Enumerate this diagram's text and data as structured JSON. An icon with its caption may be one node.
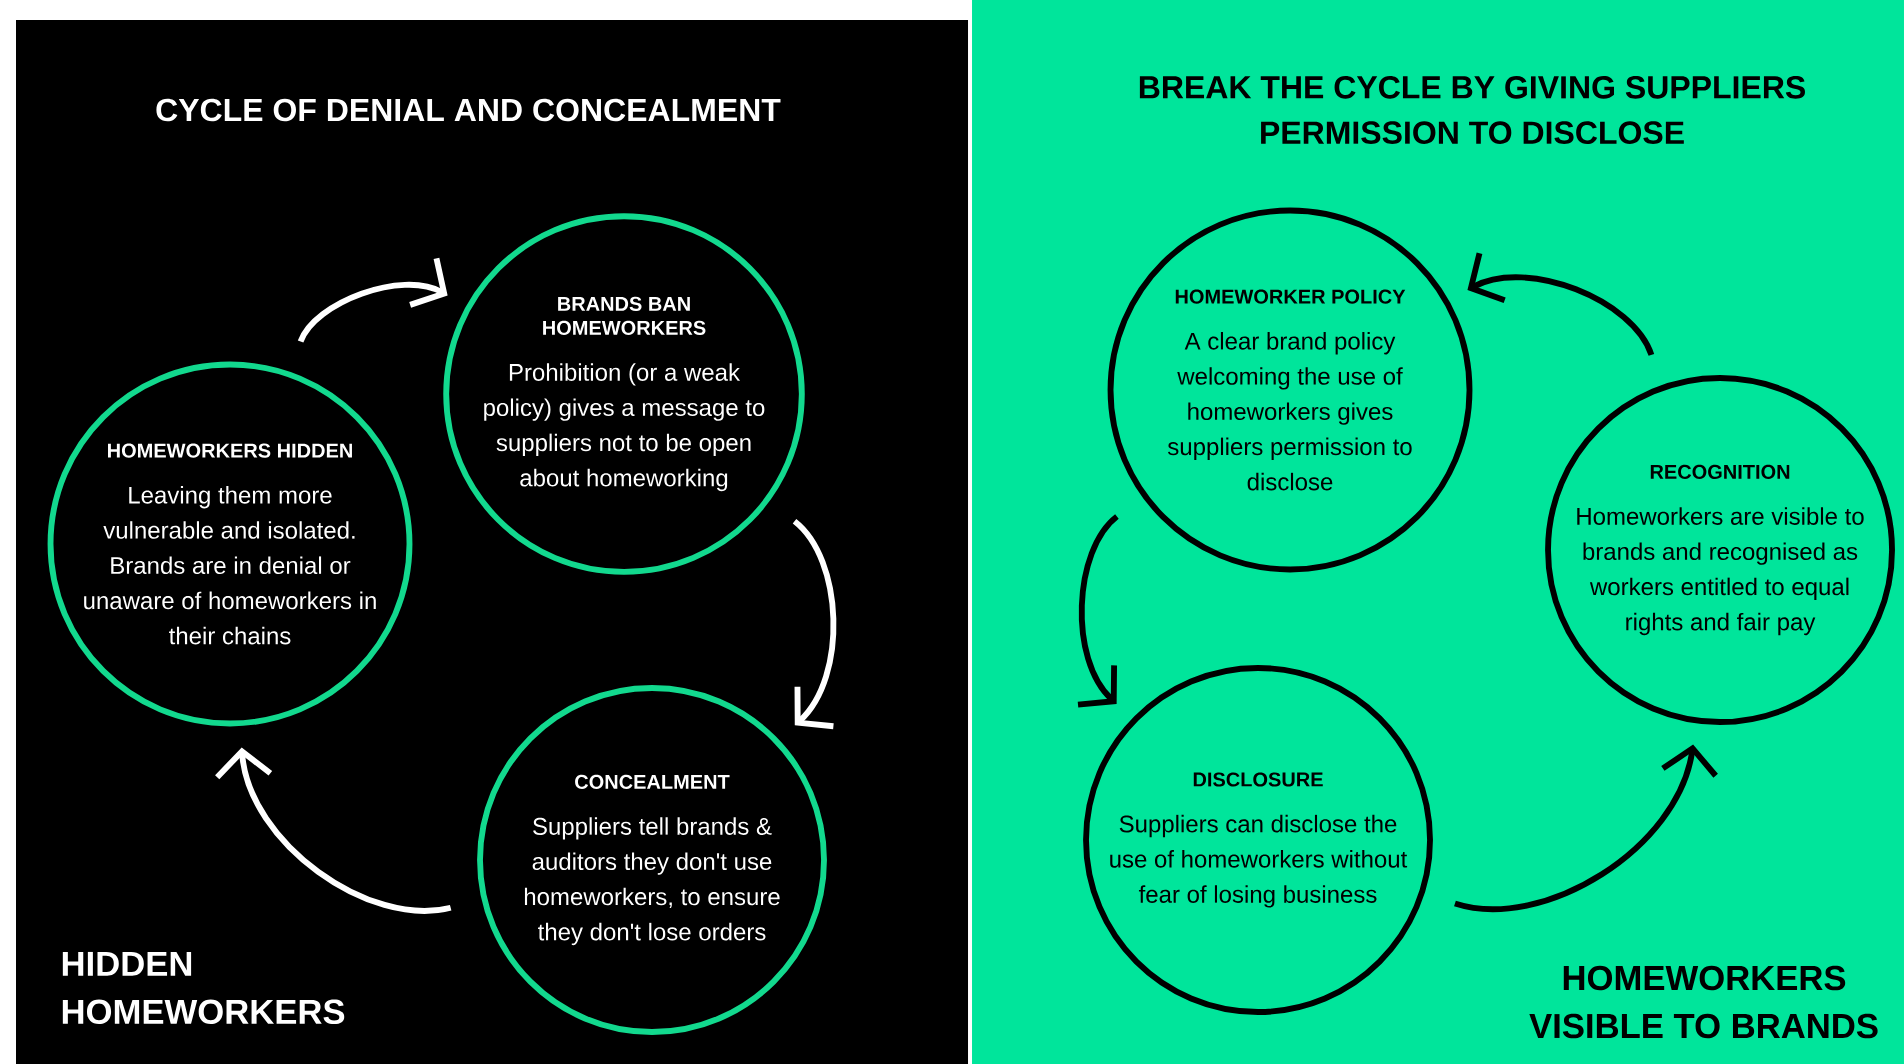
{
  "diagram": {
    "nodes": [
      {
        "text": [
          "BRANDS BAN HOMEWORKERS",
          "Prohibition (or a weak policy) gives a message to suppliers not to be open about homeworking"
        ]
      },
      {
        "text": [
          "CONCEALMENT",
          "Suppliers tell brands & auditors they don't use homeworkers, to ensure they don't lose orders"
        ]
      },
      {
        "text": [
          "HOMEWORKERS HIDDEN",
          "Leaving them more vulnerable and isolated. Brands are in denial or unaware of homeworkers in their chains"
        ]
      },
      {
        "text": [
          "HOMEWORKER POLICY",
          "A clear brand policy welcoming the use of homeworkers gives suppliers permission to disclose"
        ]
      },
      {
        "text": [
          "DISCLOSURE",
          "Suppliers can disclose the use of homeworkers without fear of losing business"
        ]
      },
      {
        "text": [
          "RECOGNITION",
          "Homeworkers are visible to brands and recognised as workers entitled to equal rights and fair pay"
        ]
      }
    ],
    "edges": [
      {
        "from": 2,
        "to": 0,
        "arrow": "to",
        "color": "#ffffff"
      },
      {
        "from": 0,
        "to": 1,
        "arrow": "to",
        "color": "#ffffff"
      },
      {
        "from": 1,
        "to": 2,
        "arrow": "to",
        "color": "#ffffff"
      },
      {
        "from": 5,
        "to": 3,
        "arrow": "to",
        "color": "#000000"
      },
      {
        "from": 3,
        "to": 4,
        "arrow": "to",
        "color": "#000000"
      },
      {
        "from": 4,
        "to": 5,
        "arrow": "to",
        "color": "#000000"
      }
    ],
    "labels": [
      "CYCLE OF DENIAL AND CONCEALMENT",
      "BREAK THE CYCLE BY GIVING SUPPLIERS PERMISSION TO DISCLOSE",
      "HIDDEN HOMEWORKERS",
      "HOMEWORKERS VISIBLE TO BRANDS"
    ]
  }
}
